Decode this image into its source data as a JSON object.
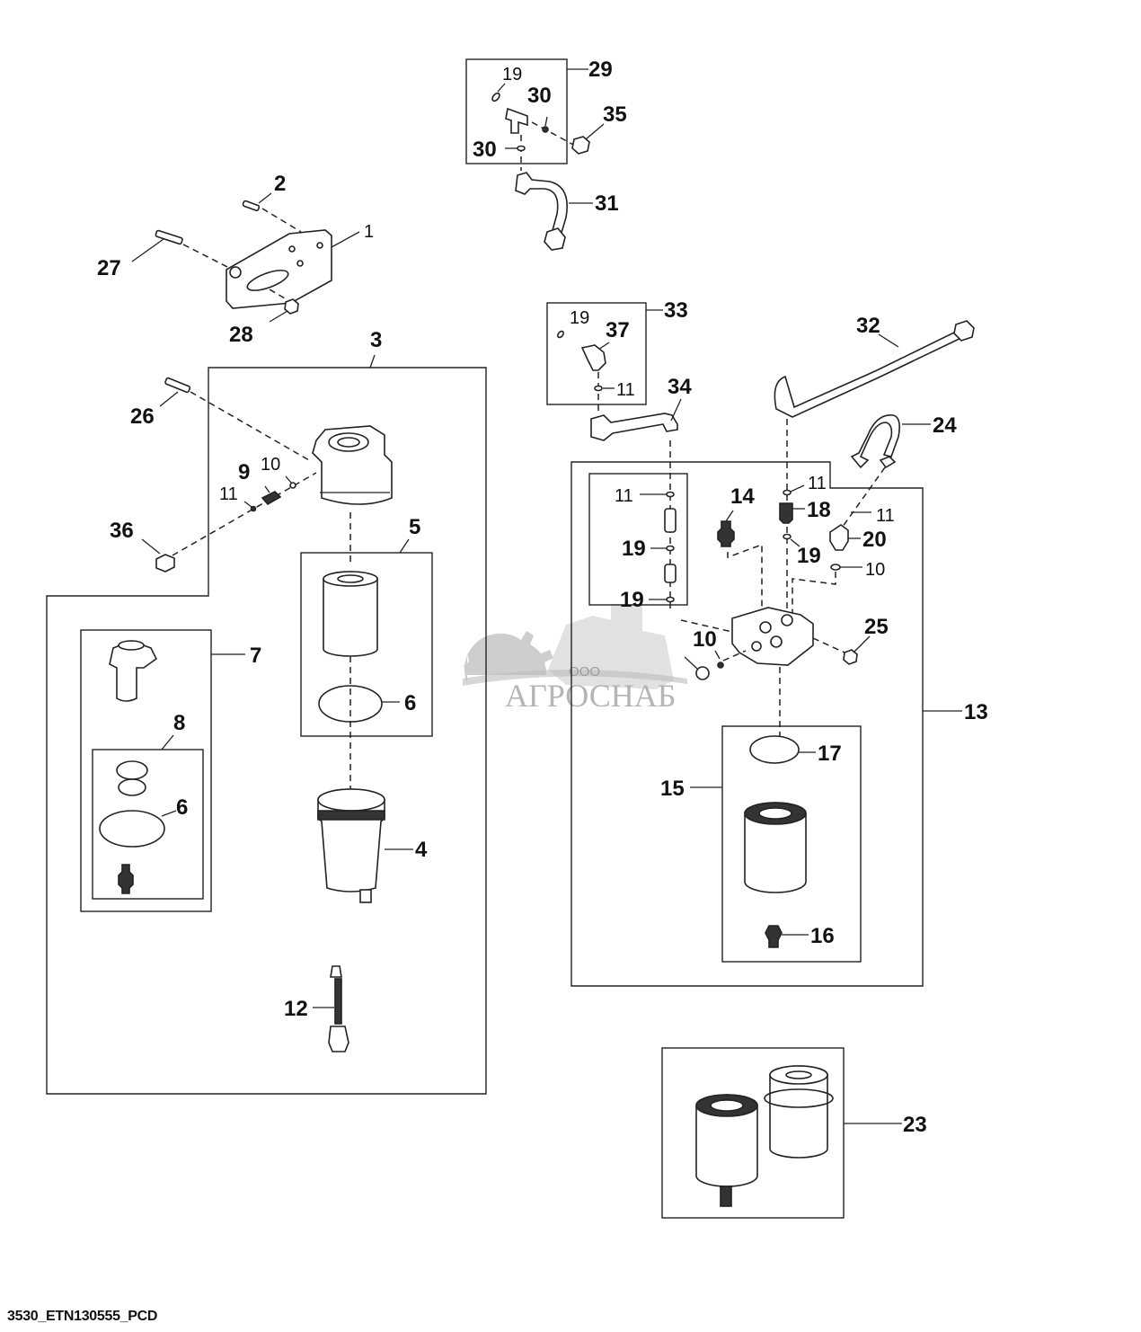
{
  "diagram": {
    "title": "Fuel filter assembly exploded parts diagram",
    "figure_id": "3530_ETN130555_PCD",
    "watermark": {
      "prefix": "ООО",
      "name": "АГРОСНАБ"
    },
    "callouts": {
      "c1": "1",
      "c2": "2",
      "c3": "3",
      "c4": "4",
      "c5": "5",
      "c6a": "6",
      "c6b": "6",
      "c7": "7",
      "c8": "8",
      "c9": "9",
      "c10a": "10",
      "c10b": "10",
      "c10c": "10",
      "c11a": "11",
      "c11b": "11",
      "c11c": "11",
      "c11d": "11",
      "c11e": "11",
      "c12": "12",
      "c13": "13",
      "c14": "14",
      "c15": "15",
      "c16": "16",
      "c17": "17",
      "c18": "18",
      "c19a": "19",
      "c19b": "19",
      "c19c": "19",
      "c19d": "19",
      "c19e": "19",
      "c20": "20",
      "c23": "23",
      "c24": "24",
      "c25": "25",
      "c26": "26",
      "c27": "27",
      "c28": "28",
      "c29": "29",
      "c30a": "30",
      "c30b": "30",
      "c31": "31",
      "c32": "32",
      "c33": "33",
      "c34": "34",
      "c35": "35",
      "c36": "36",
      "c37": "37"
    }
  }
}
